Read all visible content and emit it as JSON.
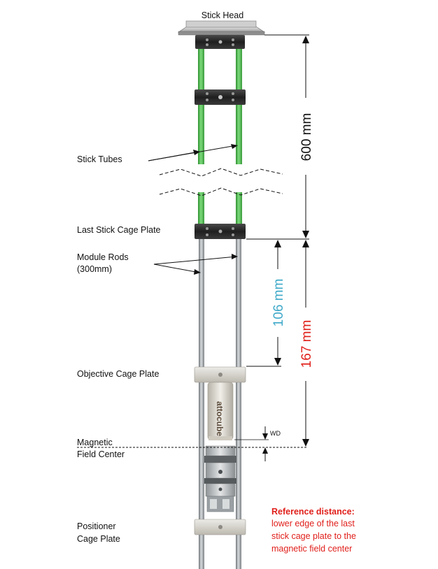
{
  "title": "Stick Head",
  "labels": {
    "stick_tubes": "Stick Tubes",
    "last_stick_cage_plate": "Last Stick Cage Plate",
    "module_rods_line1": "Module Rods",
    "module_rods_line2": "(300mm)",
    "objective_cage_plate": "Objective Cage Plate",
    "magnetic_line1": "Magnetic",
    "magnetic_line2": "Field Center",
    "positioner_line1": "Positioner",
    "positioner_line2": "Cage Plate"
  },
  "dimensions": {
    "stick_length": "600 mm",
    "objective_distance": "106 mm",
    "field_center_distance": "167 mm",
    "working_distance": "WD"
  },
  "objective": {
    "brand": "attocube"
  },
  "reference": {
    "title": "Reference distance:",
    "line1": "lower edge of the last",
    "line2": "stick cage plate to the",
    "line3": "magnetic field center"
  },
  "colors": {
    "tube_green": "#5cc25c",
    "cyan_dim": "#3fa9c9",
    "red_dim": "#e0201b",
    "plate_dark": "#2b2b2b",
    "plate_light": "#d9d6cf",
    "rod_gray": "#a8adb0"
  }
}
